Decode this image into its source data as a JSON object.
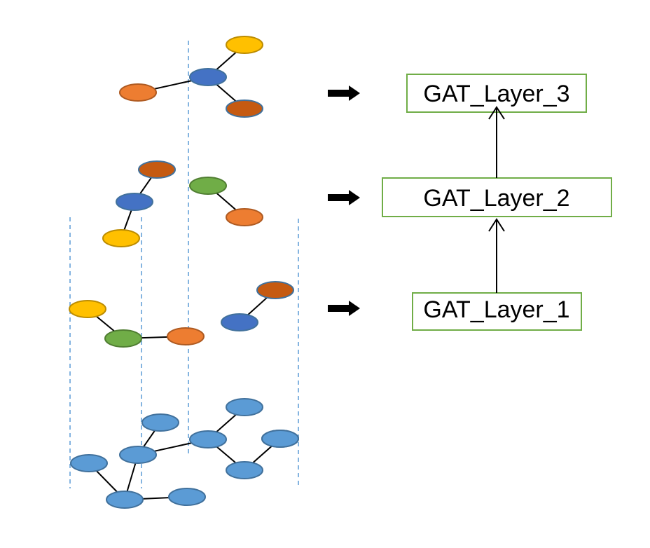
{
  "colors": {
    "blue_dark": "#4472C4",
    "blue_light": "#5B9BD5",
    "orange": "#ED7D31",
    "orange_dark": "#C55A11",
    "yellow": "#FFC000",
    "green": "#70AD47",
    "stroke_blue": "#41719C",
    "box_border": "#70AD47",
    "dashed": "#5B9BD5",
    "edge": "#000000"
  },
  "layers": [
    {
      "id": "layer3",
      "label": "GAT_Layer_3"
    },
    {
      "id": "layer2",
      "label": "GAT_Layer_2"
    },
    {
      "id": "layer1",
      "label": "GAT_Layer_1"
    }
  ],
  "graph_levels": [
    {
      "level": "top",
      "nodes": [
        {
          "id": "t_center",
          "color": "blue_dark"
        },
        {
          "id": "t_left",
          "color": "orange"
        },
        {
          "id": "t_topright",
          "color": "yellow"
        },
        {
          "id": "t_botright",
          "color": "orange_dark"
        }
      ],
      "edges": [
        [
          "t_left",
          "t_center"
        ],
        [
          "t_center",
          "t_topright"
        ],
        [
          "t_center",
          "t_botright"
        ]
      ]
    },
    {
      "level": "second",
      "nodes": [
        {
          "id": "s_center",
          "color": "blue_dark"
        },
        {
          "id": "s_top",
          "color": "orange_dark"
        },
        {
          "id": "s_bottom",
          "color": "yellow"
        },
        {
          "id": "s_green",
          "color": "green"
        },
        {
          "id": "s_orange",
          "color": "orange"
        }
      ],
      "edges": [
        [
          "s_center",
          "s_top"
        ],
        [
          "s_center",
          "s_bottom"
        ],
        [
          "s_green",
          "s_orange"
        ]
      ]
    },
    {
      "level": "third",
      "nodes": [
        {
          "id": "h_yellow",
          "color": "yellow"
        },
        {
          "id": "h_green",
          "color": "green"
        },
        {
          "id": "h_orange",
          "color": "orange"
        },
        {
          "id": "h_blue",
          "color": "blue_dark"
        },
        {
          "id": "h_orangedark",
          "color": "orange_dark"
        }
      ],
      "edges": [
        [
          "h_yellow",
          "h_green"
        ],
        [
          "h_green",
          "h_orange"
        ],
        [
          "h_blue",
          "h_orangedark"
        ]
      ]
    },
    {
      "level": "input",
      "nodes": [
        {
          "id": "b1",
          "color": "blue_light"
        },
        {
          "id": "b2",
          "color": "blue_light"
        },
        {
          "id": "b3",
          "color": "blue_light"
        },
        {
          "id": "b4",
          "color": "blue_light"
        },
        {
          "id": "b5",
          "color": "blue_light"
        },
        {
          "id": "b6",
          "color": "blue_light"
        },
        {
          "id": "b7",
          "color": "blue_light"
        },
        {
          "id": "b8",
          "color": "blue_light"
        },
        {
          "id": "b9",
          "color": "blue_light"
        },
        {
          "id": "b10",
          "color": "blue_light"
        }
      ],
      "edges": [
        [
          "b1",
          "b5"
        ],
        [
          "b5",
          "b2"
        ],
        [
          "b5",
          "b6"
        ],
        [
          "b5",
          "b7"
        ],
        [
          "b3",
          "b7"
        ],
        [
          "b7",
          "b4"
        ],
        [
          "b7",
          "b8"
        ],
        [
          "b8",
          "b9"
        ],
        [
          "b9",
          "b10"
        ]
      ]
    }
  ],
  "arrows": [
    {
      "id": "arrow-layer3"
    },
    {
      "id": "arrow-layer2"
    },
    {
      "id": "arrow-layer1"
    }
  ]
}
